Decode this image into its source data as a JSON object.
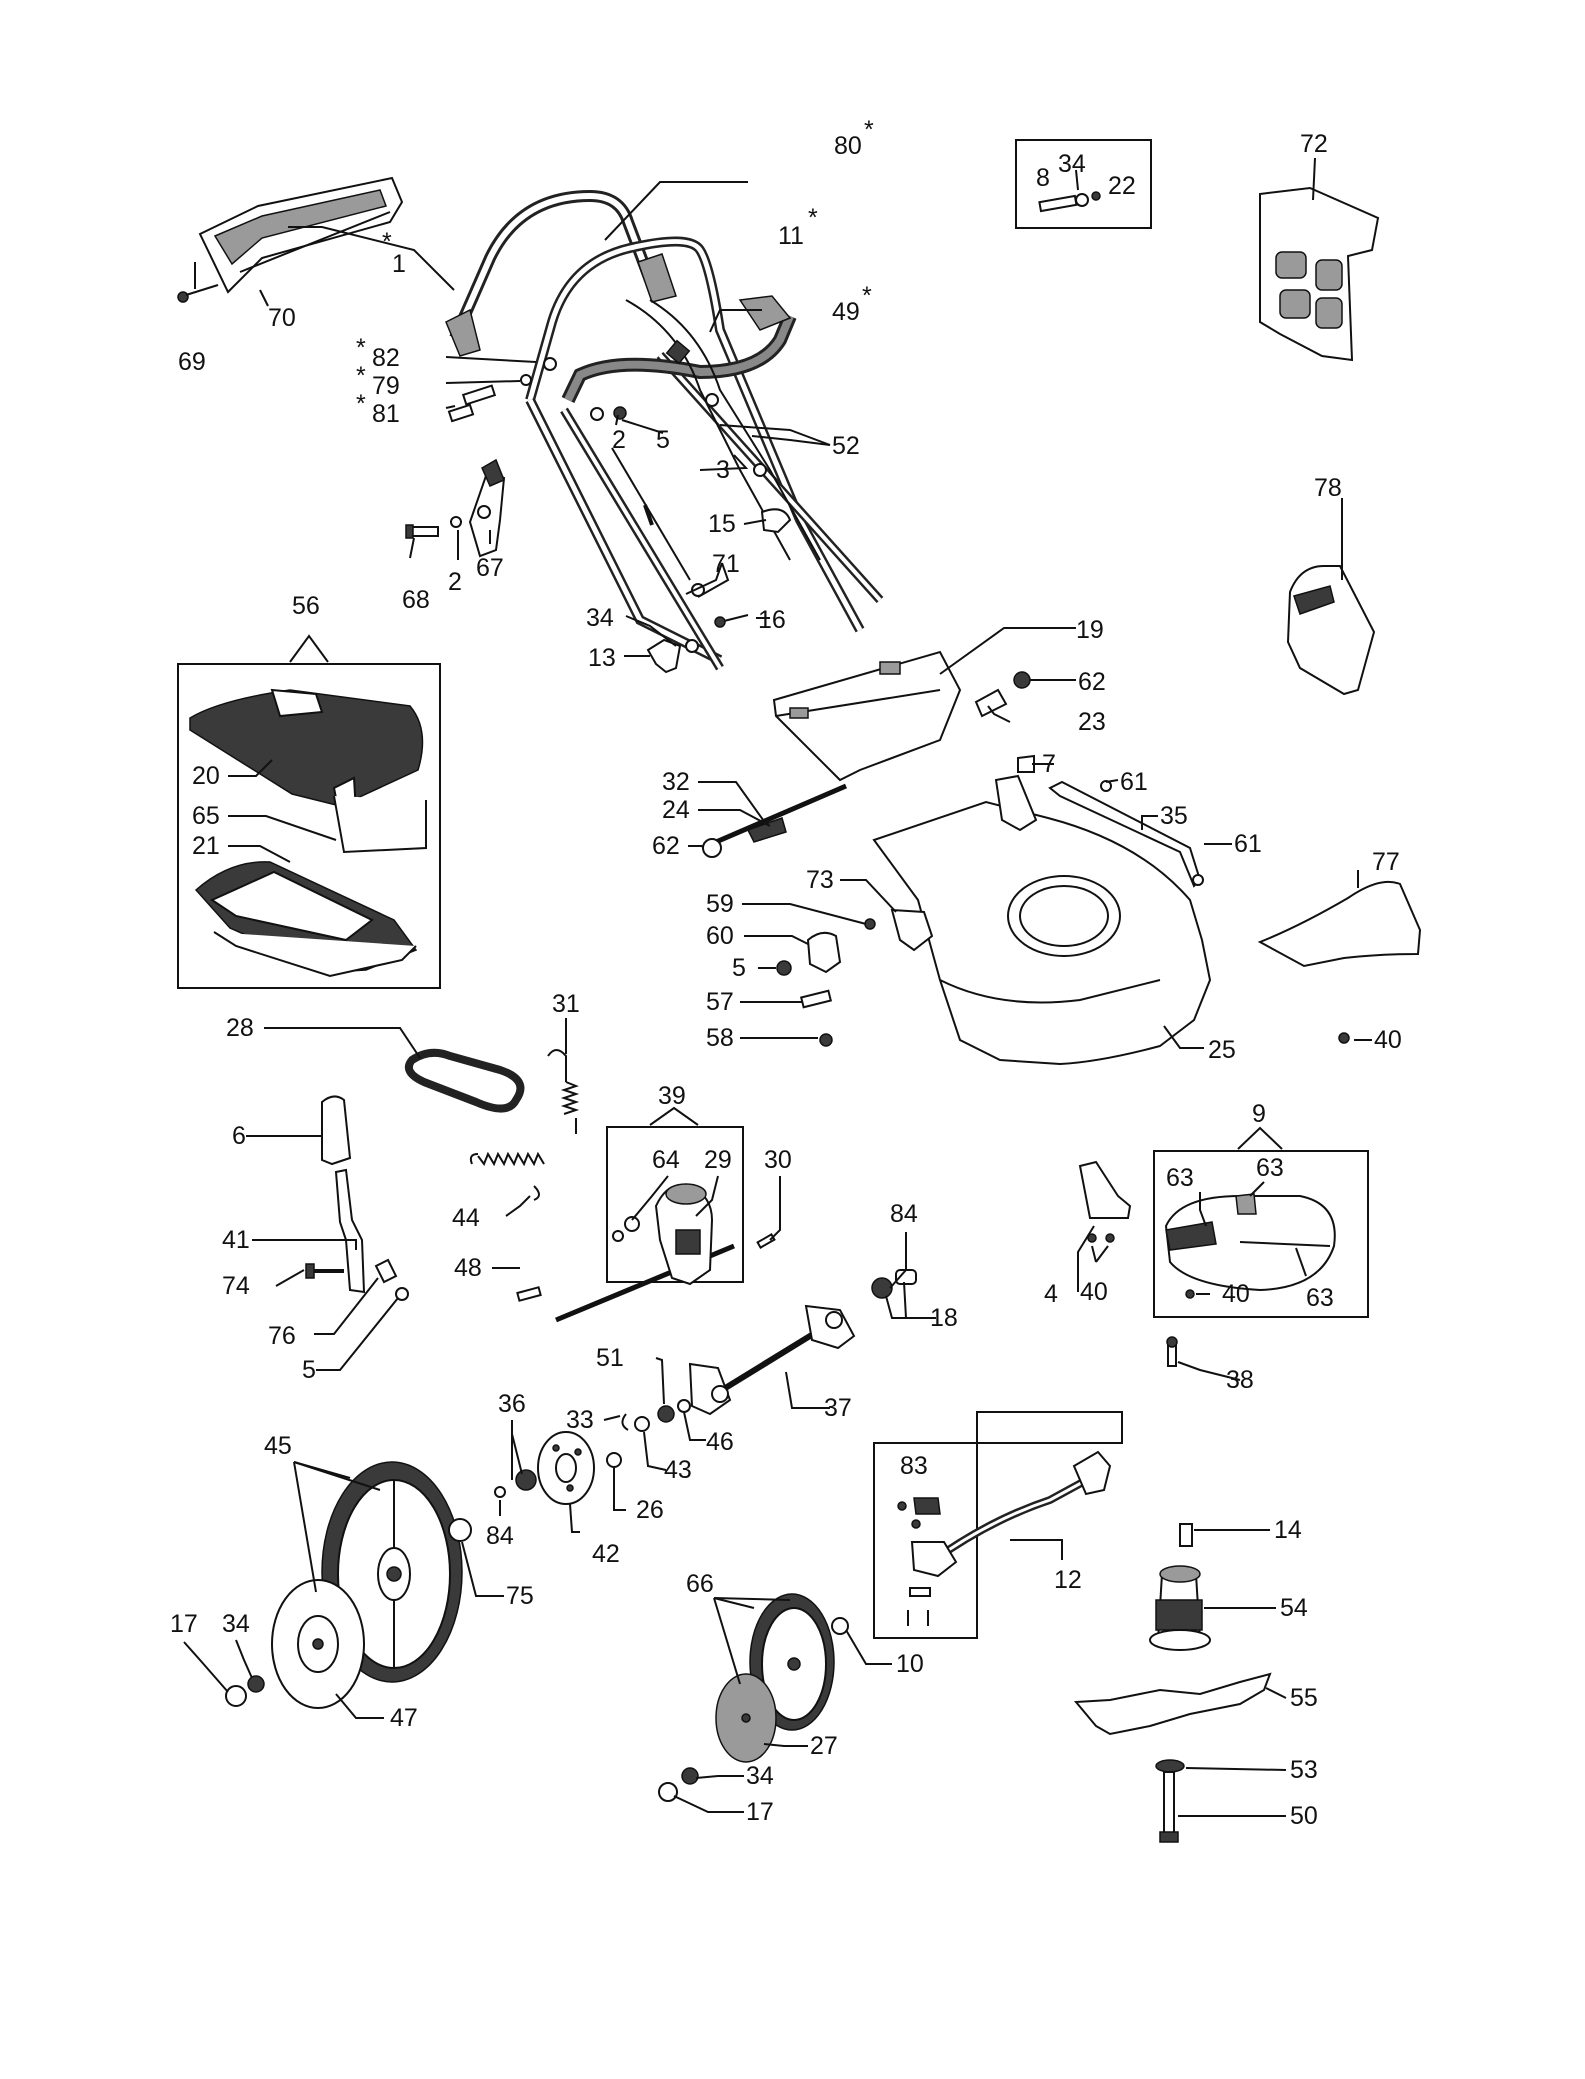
{
  "callouts": [
    {
      "id": "1",
      "text": "1"
    },
    {
      "id": "star1",
      "text": "*"
    },
    {
      "id": "11",
      "text": "11"
    },
    {
      "id": "star11",
      "text": "*"
    },
    {
      "id": "80",
      "text": "80"
    },
    {
      "id": "star80",
      "text": "*"
    },
    {
      "id": "8",
      "text": "8"
    },
    {
      "id": "34a",
      "text": "34"
    },
    {
      "id": "22",
      "text": "22"
    },
    {
      "id": "72",
      "text": "72"
    },
    {
      "id": "70",
      "text": "70"
    },
    {
      "id": "69",
      "text": "69"
    },
    {
      "id": "49",
      "text": "49"
    },
    {
      "id": "star49",
      "text": "*"
    },
    {
      "id": "82",
      "text": "82"
    },
    {
      "id": "star82",
      "text": "*"
    },
    {
      "id": "79",
      "text": "79"
    },
    {
      "id": "star79",
      "text": "*"
    },
    {
      "id": "81",
      "text": "81"
    },
    {
      "id": "star81",
      "text": "*"
    },
    {
      "id": "2a",
      "text": "2"
    },
    {
      "id": "5a",
      "text": "5"
    },
    {
      "id": "52",
      "text": "52"
    },
    {
      "id": "3",
      "text": "3"
    },
    {
      "id": "15",
      "text": "15"
    },
    {
      "id": "68",
      "text": "68"
    },
    {
      "id": "2b",
      "text": "2"
    },
    {
      "id": "67",
      "text": "67"
    },
    {
      "id": "71",
      "text": "71"
    },
    {
      "id": "78",
      "text": "78"
    },
    {
      "id": "56",
      "text": "56"
    },
    {
      "id": "34b",
      "text": "34"
    },
    {
      "id": "16",
      "text": "16"
    },
    {
      "id": "13",
      "text": "13"
    },
    {
      "id": "19",
      "text": "19"
    },
    {
      "id": "62a",
      "text": "62"
    },
    {
      "id": "23",
      "text": "23"
    },
    {
      "id": "20",
      "text": "20"
    },
    {
      "id": "65",
      "text": "65"
    },
    {
      "id": "21",
      "text": "21"
    },
    {
      "id": "7",
      "text": "7"
    },
    {
      "id": "61a",
      "text": "61"
    },
    {
      "id": "35",
      "text": "35"
    },
    {
      "id": "61b",
      "text": "61"
    },
    {
      "id": "32",
      "text": "32"
    },
    {
      "id": "24",
      "text": "24"
    },
    {
      "id": "62b",
      "text": "62"
    },
    {
      "id": "77",
      "text": "77"
    },
    {
      "id": "73",
      "text": "73"
    },
    {
      "id": "59",
      "text": "59"
    },
    {
      "id": "60",
      "text": "60"
    },
    {
      "id": "5b",
      "text": "5"
    },
    {
      "id": "57",
      "text": "57"
    },
    {
      "id": "58",
      "text": "58"
    },
    {
      "id": "25",
      "text": "25"
    },
    {
      "id": "40a",
      "text": "40"
    },
    {
      "id": "28",
      "text": "28"
    },
    {
      "id": "31",
      "text": "31"
    },
    {
      "id": "39",
      "text": "39"
    },
    {
      "id": "6",
      "text": "6"
    },
    {
      "id": "64",
      "text": "64"
    },
    {
      "id": "29",
      "text": "29"
    },
    {
      "id": "30",
      "text": "30"
    },
    {
      "id": "9",
      "text": "9"
    },
    {
      "id": "63a",
      "text": "63"
    },
    {
      "id": "63b",
      "text": "63"
    },
    {
      "id": "63c",
      "text": "63"
    },
    {
      "id": "44",
      "text": "44"
    },
    {
      "id": "41",
      "text": "41"
    },
    {
      "id": "84a",
      "text": "84"
    },
    {
      "id": "74",
      "text": "74"
    },
    {
      "id": "48",
      "text": "48"
    },
    {
      "id": "18",
      "text": "18"
    },
    {
      "id": "4",
      "text": "4"
    },
    {
      "id": "40b",
      "text": "40"
    },
    {
      "id": "40c",
      "text": "40"
    },
    {
      "id": "76",
      "text": "76"
    },
    {
      "id": "5c",
      "text": "5"
    },
    {
      "id": "51",
      "text": "51"
    },
    {
      "id": "38",
      "text": "38"
    },
    {
      "id": "37",
      "text": "37"
    },
    {
      "id": "36",
      "text": "36"
    },
    {
      "id": "33",
      "text": "33"
    },
    {
      "id": "46",
      "text": "46"
    },
    {
      "id": "45",
      "text": "45"
    },
    {
      "id": "43",
      "text": "43"
    },
    {
      "id": "83",
      "text": "83"
    },
    {
      "id": "26",
      "text": "26"
    },
    {
      "id": "14",
      "text": "14"
    },
    {
      "id": "84b",
      "text": "84"
    },
    {
      "id": "42",
      "text": "42"
    },
    {
      "id": "12",
      "text": "12"
    },
    {
      "id": "75",
      "text": "75"
    },
    {
      "id": "66",
      "text": "66"
    },
    {
      "id": "54",
      "text": "54"
    },
    {
      "id": "17a",
      "text": "17"
    },
    {
      "id": "34c",
      "text": "34"
    },
    {
      "id": "10",
      "text": "10"
    },
    {
      "id": "55",
      "text": "55"
    },
    {
      "id": "47",
      "text": "47"
    },
    {
      "id": "27",
      "text": "27"
    },
    {
      "id": "53",
      "text": "53"
    },
    {
      "id": "34d",
      "text": "34"
    },
    {
      "id": "17b",
      "text": "17"
    },
    {
      "id": "50",
      "text": "50"
    }
  ]
}
